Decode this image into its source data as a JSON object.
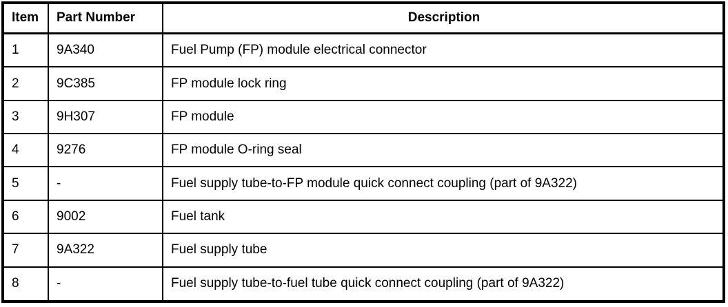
{
  "table": {
    "headers": [
      "Item",
      "Part Number",
      "Description"
    ],
    "rows": [
      [
        "1",
        "9A340",
        "Fuel Pump (FP) module electrical connector"
      ],
      [
        "2",
        "9C385",
        "FP module lock ring"
      ],
      [
        "3",
        "9H307",
        "FP module"
      ],
      [
        "4",
        "9276",
        "FP module O-ring seal"
      ],
      [
        "5",
        "-",
        "Fuel supply tube-to-FP module quick connect coupling (part of 9A322)"
      ],
      [
        "6",
        "9002",
        "Fuel tank"
      ],
      [
        "7",
        "9A322",
        "Fuel supply tube"
      ],
      [
        "8",
        "-",
        "Fuel supply tube-to-fuel tube quick connect coupling (part of 9A322)"
      ]
    ]
  },
  "colors": {
    "border": "#000000",
    "background": "#ffffff",
    "text": "#000000"
  }
}
